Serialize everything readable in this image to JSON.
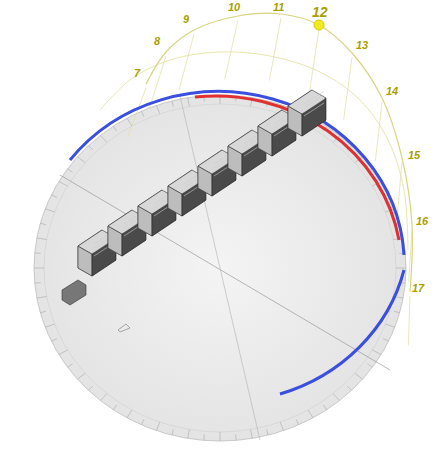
{
  "diagram": {
    "labels": [
      "7",
      "8",
      "9",
      "10",
      "11",
      "12",
      "13",
      "14",
      "15",
      "16",
      "17"
    ]
  }
}
